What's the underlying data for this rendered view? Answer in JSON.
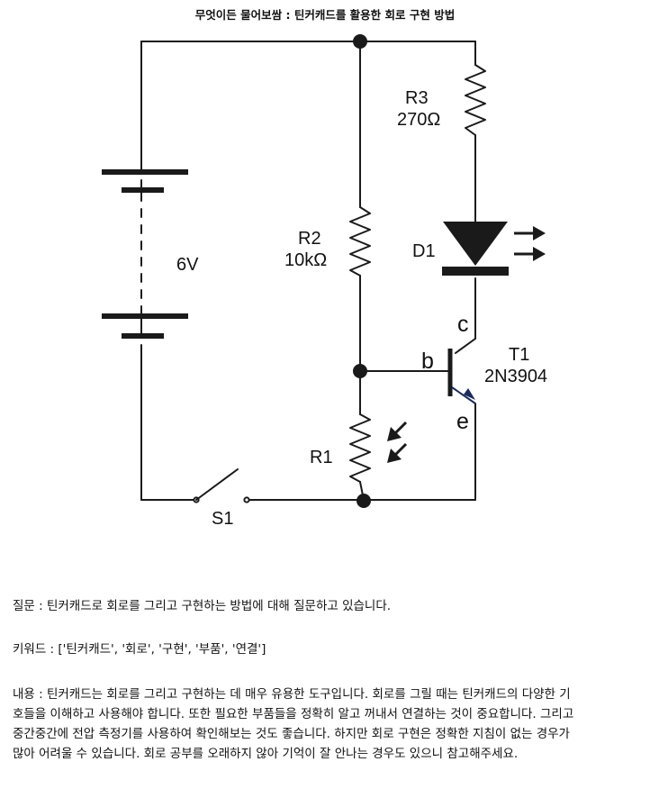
{
  "title": "무엇이든 물어보쌈 : 틴커캐드를 활용한 회로 구현 방법",
  "diagram": {
    "battery_label": "6V",
    "r3_name": "R3",
    "r3_value": "270Ω",
    "r2_name": "R2",
    "r2_value": "10kΩ",
    "d1_name": "D1",
    "r1_name": "R1",
    "s1_name": "S1",
    "t1_name": "T1",
    "t1_part": "2N3904",
    "pin_c": "c",
    "pin_b": "b",
    "pin_e": "e"
  },
  "question": "질문 : 틴커캐드로 회로를 그리고 구현하는 방법에 대해 질문하고 있습니다.",
  "keywords": "키워드 : ['틴커캐드', '회로', '구현', '부품', '연결']",
  "content_lines": [
    "내용 : 틴커캐드는 회로를 그리고 구현하는 데 매우 유용한 도구입니다. 회로를 그릴 때는 틴커캐드의 다양한 기",
    "호들을 이해하고 사용해야 합니다. 또한 필요한 부품들을 정확히 알고 꺼내서 연결하는 것이 중요합니다. 그리고",
    "중간중간에 전압 측정기를 사용하여 확인해보는 것도 좋습니다. 하지만 회로 구현은 정확한 지침이 없는 경우가",
    "많아 어려울 수 있습니다. 회로 공부를 오래하지 않아 기억이 잘 안나는 경우도 있으니 참고해주세요."
  ]
}
